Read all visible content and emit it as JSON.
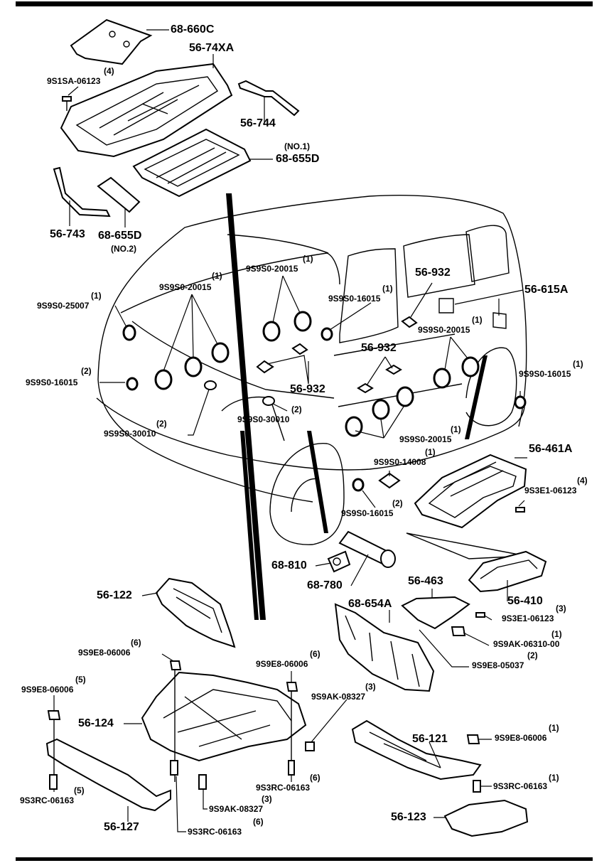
{
  "labels": {
    "l1": "68-660C",
    "l2": "56-74XA",
    "l3q": "(4)",
    "l3": "9S1SA-06123",
    "l4": "56-744",
    "l5q": "(NO.1)",
    "l5": "68-655D",
    "l6": "56-743",
    "l7": "68-655D",
    "l7q": "(NO.2)",
    "l8q": "(1)",
    "l8": "9S9S0-25007",
    "l9q": "(1)",
    "l9": "9S9S0-20015",
    "l10q": "(1)",
    "l10": "9S9S0-20015",
    "l11q": "(1)",
    "l11": "9S9S0-16015",
    "l12": "56-932",
    "l13": "56-615A",
    "l14q": "(1)",
    "l14": "9S9S0-20015",
    "l15": "56-932",
    "l16q": "(1)",
    "l16": "9S9S0-16015",
    "l17q": "(2)",
    "l17": "9S9S0-16015",
    "l18": "56-932",
    "l19q": "(2)",
    "l19": "9S9S0-30010",
    "l20q": "(2)",
    "l20": "9S9S0-30010",
    "l21q": "(1)",
    "l21": "9S9S0-20015",
    "l22": "56-461A",
    "l23q": "(1)",
    "l23": "9S9S0-14008",
    "l24q": "(4)",
    "l24": "9S3E1-06123",
    "l25q": "(2)",
    "l25": "9S9S0-16015",
    "l26": "68-810",
    "l27": "68-780",
    "l28": "56-122",
    "l29": "56-463",
    "l30": "56-410",
    "l31": "68-654A",
    "l32q": "(3)",
    "l32": "9S3E1-06123",
    "l33q": "(1)",
    "l33": "9S9AK-06310-00",
    "l34q": "(2)",
    "l34": "9S9E8-05037",
    "l35q": "(6)",
    "l35": "9S9E8-06006",
    "l36q": "(6)",
    "l36": "9S9E8-06006",
    "l37q": "(5)",
    "l37": "9S9E8-06006",
    "l38q": "(3)",
    "l38": "9S9AK-08327",
    "l39": "56-124",
    "l40": "56-121",
    "l41q": "(1)",
    "l41": "9S9E8-06006",
    "l42q": "(6)",
    "l42": "9S3RC-06163",
    "l43q": "(5)",
    "l43": "9S3RC-06163",
    "l44q": "(3)",
    "l44": "9S9AK-08327",
    "l45q": "(1)",
    "l45": "9S3RC-06163",
    "l46": "56-127",
    "l47q": "(6)",
    "l47": "9S3RC-06163",
    "l48": "56-123"
  }
}
